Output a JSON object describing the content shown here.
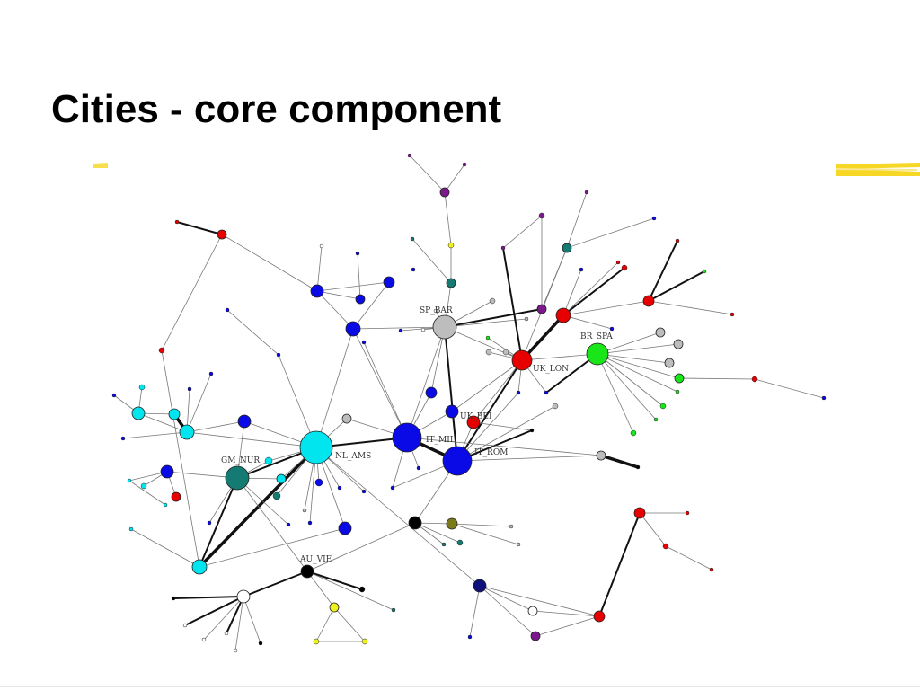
{
  "slide": {
    "title": "Cities - core component"
  },
  "colors": {
    "blue": "#0a0ae6",
    "cyan": "#00e5ee",
    "red": "#e60000",
    "green": "#19e619",
    "gray": "#bdbdbd",
    "teal": "#147a72",
    "purple": "#7a1a8a",
    "black": "#000000",
    "white": "#ffffff",
    "olive": "#7a7a1a",
    "yellow": "#f0f020",
    "navy": "#10107a",
    "highlight": "#f5d000"
  },
  "network": {
    "labels": {
      "SP_BAR": "SP_BAR",
      "BR_SPA": "BR_SPA",
      "UK_LON": "UK_LON",
      "UK_BEI": "UK_BEI",
      "IT_MIL": "IT_MIL",
      "IT_ROM": "IT_ROM",
      "NL_AMS": "NL_AMS",
      "GM_NUR": "GM_NUR",
      "AU_VIE": "AU_VIE"
    }
  }
}
